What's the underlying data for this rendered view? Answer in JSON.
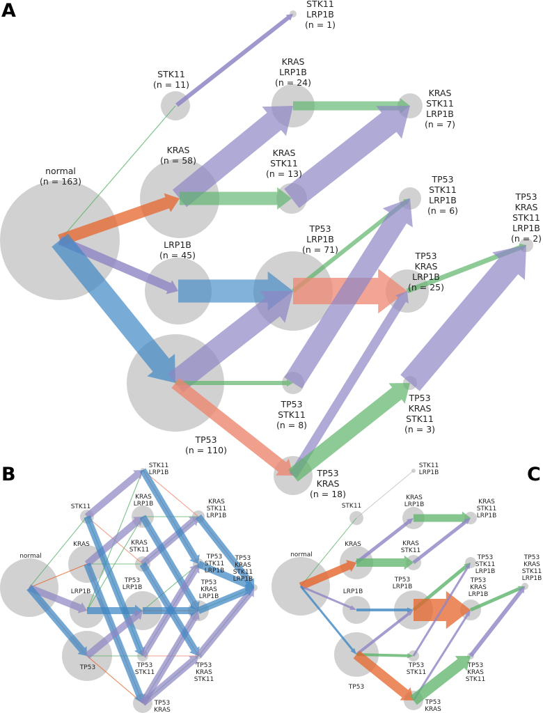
{
  "colors": {
    "node": "#c9c9c9",
    "purple": "#8d86c4",
    "orange": "#e5642a",
    "blue": "#3f87c4",
    "green": "#5cb36a",
    "salmon": "#ee8770",
    "text": "#222222"
  },
  "panels": {
    "A": {
      "letter": "A"
    },
    "B": {
      "letter": "B"
    },
    "C": {
      "letter": "C"
    }
  },
  "nodes_A": [
    {
      "id": "normal",
      "lines": [
        "normal",
        "(n = 163)"
      ]
    },
    {
      "id": "STK11",
      "lines": [
        "STK11",
        "(n = 11)"
      ]
    },
    {
      "id": "KRAS",
      "lines": [
        "KRAS",
        "(n = 58)"
      ]
    },
    {
      "id": "LRP1B",
      "lines": [
        "LRP1B",
        "(n = 45)"
      ]
    },
    {
      "id": "TP53",
      "lines": [
        "TP53",
        "(n = 110)"
      ]
    },
    {
      "id": "STK11_LRP1B",
      "lines": [
        "STK11",
        "LRP1B",
        "(n = 1)"
      ]
    },
    {
      "id": "KRAS_LRP1B",
      "lines": [
        "KRAS",
        "LRP1B",
        "(n = 24)"
      ]
    },
    {
      "id": "KRAS_STK11",
      "lines": [
        "KRAS",
        "STK11",
        "(n = 13)"
      ]
    },
    {
      "id": "TP53_LRP1B",
      "lines": [
        "TP53",
        "LRP1B",
        "(n = 71)"
      ]
    },
    {
      "id": "TP53_STK11",
      "lines": [
        "TP53",
        "STK11",
        "(n = 8)"
      ]
    },
    {
      "id": "TP53_KRAS",
      "lines": [
        "TP53",
        "KRAS",
        "(n = 18)"
      ]
    },
    {
      "id": "KRAS_STK11_LRP1B",
      "lines": [
        "KRAS",
        "STK11",
        "LRP1B",
        "(n = 7)"
      ]
    },
    {
      "id": "TP53_STK11_LRP1B",
      "lines": [
        "TP53",
        "STK11",
        "LRP1B",
        "(n = 6)"
      ]
    },
    {
      "id": "TP53_KRAS_LRP1B",
      "lines": [
        "TP53",
        "KRAS",
        "LRP1B",
        "(n = 25)"
      ]
    },
    {
      "id": "TP53_KRAS_STK11",
      "lines": [
        "TP53",
        "KRAS",
        "STK11",
        "(n = 3)"
      ]
    },
    {
      "id": "TP53_KRAS_STK11_LRP1B",
      "lines": [
        "TP53",
        "KRAS",
        "STK11",
        "LRP1B",
        "(n = 2)"
      ]
    }
  ],
  "nodes_B": [
    {
      "id": "normal",
      "lines": [
        "normal"
      ]
    },
    {
      "id": "STK11",
      "lines": [
        "STK11"
      ]
    },
    {
      "id": "KRAS",
      "lines": [
        "KRAS"
      ]
    },
    {
      "id": "LRP1B",
      "lines": [
        "LRP1B"
      ]
    },
    {
      "id": "TP53",
      "lines": [
        "TP53"
      ]
    },
    {
      "id": "STK11_LRP1B",
      "lines": [
        "STK11",
        "LRP1B"
      ]
    },
    {
      "id": "KRAS_LRP1B",
      "lines": [
        "KRAS",
        "LRP1B"
      ]
    },
    {
      "id": "KRAS_STK11",
      "lines": [
        "KRAS",
        "STK11"
      ]
    },
    {
      "id": "TP53_LRP1B",
      "lines": [
        "TP53",
        "LRP1B"
      ]
    },
    {
      "id": "TP53_STK11",
      "lines": [
        "TP53",
        "STK11"
      ]
    },
    {
      "id": "TP53_KRAS",
      "lines": [
        "TP53",
        "KRAS"
      ]
    },
    {
      "id": "KRAS_STK11_LRP1B",
      "lines": [
        "KRAS",
        "STK11",
        "LRP1B"
      ]
    },
    {
      "id": "TP53_STK11_LRP1B",
      "lines": [
        "TP53",
        "STK11",
        "LRP1B"
      ]
    },
    {
      "id": "TP53_KRAS_LRP1B",
      "lines": [
        "TP53",
        "KRAS",
        "LRP1B"
      ]
    },
    {
      "id": "TP53_KRAS_STK11",
      "lines": [
        "TP53",
        "KRAS",
        "STK11"
      ]
    },
    {
      "id": "TP53_KRAS_STK11_LRP1B",
      "lines": [
        "TP53",
        "KRAS",
        "STK11",
        "LRP1B"
      ]
    }
  ],
  "nodes_C": [
    {
      "id": "normal",
      "lines": [
        "normal"
      ]
    },
    {
      "id": "STK11",
      "lines": [
        "STK11"
      ]
    },
    {
      "id": "KRAS",
      "lines": [
        "KRAS"
      ]
    },
    {
      "id": "LRP1B",
      "lines": [
        "LRP1B"
      ]
    },
    {
      "id": "TP53",
      "lines": [
        "TP53"
      ]
    },
    {
      "id": "STK11_LRP1B",
      "lines": [
        "STK11",
        "LRP1B"
      ]
    },
    {
      "id": "KRAS_LRP1B",
      "lines": [
        "KRAS",
        "LRP1B"
      ]
    },
    {
      "id": "KRAS_STK11",
      "lines": [
        "KRAS",
        "STK11"
      ]
    },
    {
      "id": "TP53_LRP1B",
      "lines": [
        "TP53",
        "LRP1B"
      ]
    },
    {
      "id": "TP53_STK11",
      "lines": [
        "TP53",
        "STK11"
      ]
    },
    {
      "id": "TP53_KRAS",
      "lines": [
        "TP53",
        "KRAS"
      ]
    },
    {
      "id": "KRAS_STK11_LRP1B",
      "lines": [
        "KRAS",
        "STK11",
        "LRP1B"
      ]
    },
    {
      "id": "TP53_STK11_LRP1B",
      "lines": [
        "TP53",
        "STK11",
        "LRP1B"
      ]
    },
    {
      "id": "TP53_KRAS_LRP1B",
      "lines": [
        "TP53",
        "KRAS",
        "LRP1B"
      ]
    },
    {
      "id": "TP53_KRAS_STK11",
      "lines": [
        "TP53",
        "KRAS",
        "STK11"
      ]
    },
    {
      "id": "TP53_KRAS_STK11_LRP1B",
      "lines": [
        "TP53",
        "KRAS",
        "STK11",
        "LRP1B"
      ]
    }
  ]
}
